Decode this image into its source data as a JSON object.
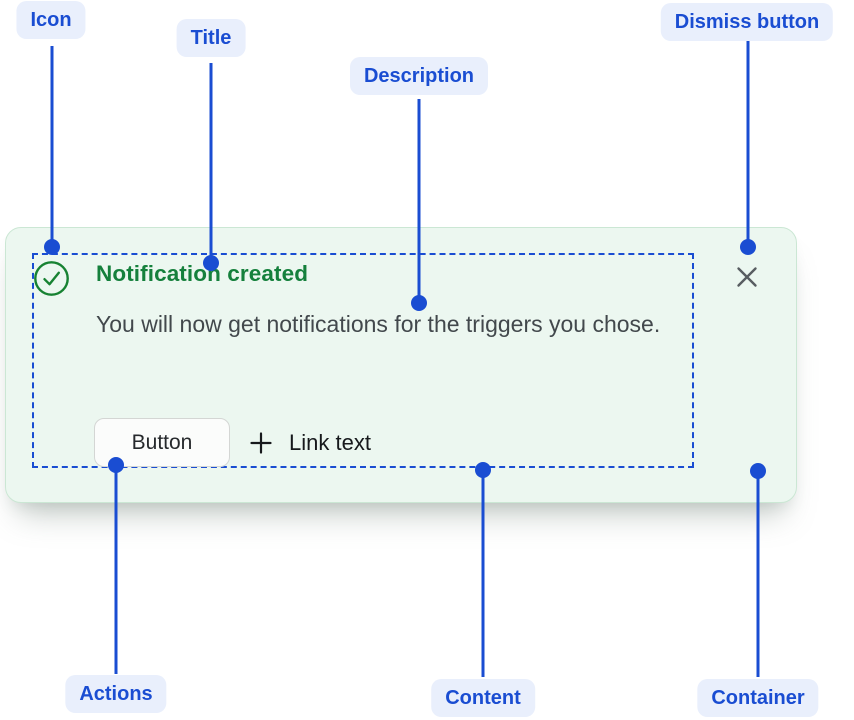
{
  "colors": {
    "annotation_blue": "#1A4DD2",
    "annotation_pill_bg": "#E9EFFC",
    "card_background": "#ECF7F0",
    "card_border": "#CBE7D4",
    "success_green": "#15803C",
    "description_gray": "#42484C",
    "content_outline_blue": "#1A4DD2",
    "button_border": "#D4D6D4"
  },
  "annotations": {
    "icon": {
      "label": "Icon"
    },
    "title": {
      "label": "Title"
    },
    "description": {
      "label": "Description"
    },
    "dismiss": {
      "label": "Dismiss button"
    },
    "actions": {
      "label": "Actions"
    },
    "content": {
      "label": "Content"
    },
    "container": {
      "label": "Container"
    }
  },
  "toast": {
    "title": "Notification created",
    "description": "You will now get notifications for the triggers you chose.",
    "button_label": "Button",
    "link_label": "Link text",
    "icons": {
      "status": "check-circle-icon",
      "dismiss": "close-icon",
      "link": "plus-icon"
    }
  }
}
